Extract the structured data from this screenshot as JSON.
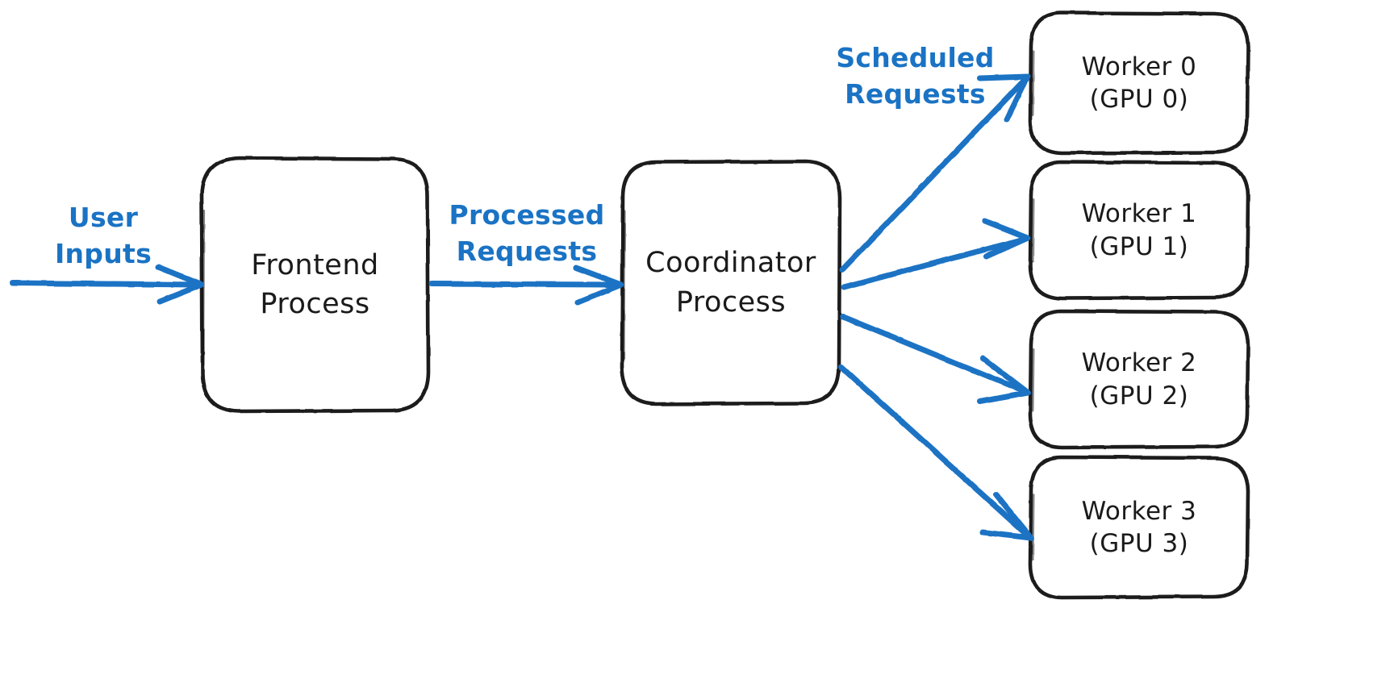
{
  "diagram": {
    "title": "Frontend / Coordinator / Worker request flow",
    "background_color": "#ffffff",
    "stroke_color": "#1a1a1a",
    "accent_color": "#1a73c4",
    "style": "hand-drawn"
  },
  "nodes": {
    "frontend": {
      "line1": "Frontend",
      "line2": "Process"
    },
    "coordinator": {
      "line1": "Coordinator",
      "line2": "Process"
    },
    "workers": [
      {
        "line1": "Worker 0",
        "line2": "(GPU 0)"
      },
      {
        "line1": "Worker 1",
        "line2": "(GPU 1)"
      },
      {
        "line1": "Worker 2",
        "line2": "(GPU 2)"
      },
      {
        "line1": "Worker 3",
        "line2": "(GPU 3)"
      }
    ]
  },
  "edges": {
    "user_inputs": {
      "line1": "User",
      "line2": "Inputs"
    },
    "processed_requests": {
      "line1": "Processed",
      "line2": "Requests"
    },
    "scheduled_requests": {
      "line1": "Scheduled",
      "line2": "Requests"
    }
  }
}
